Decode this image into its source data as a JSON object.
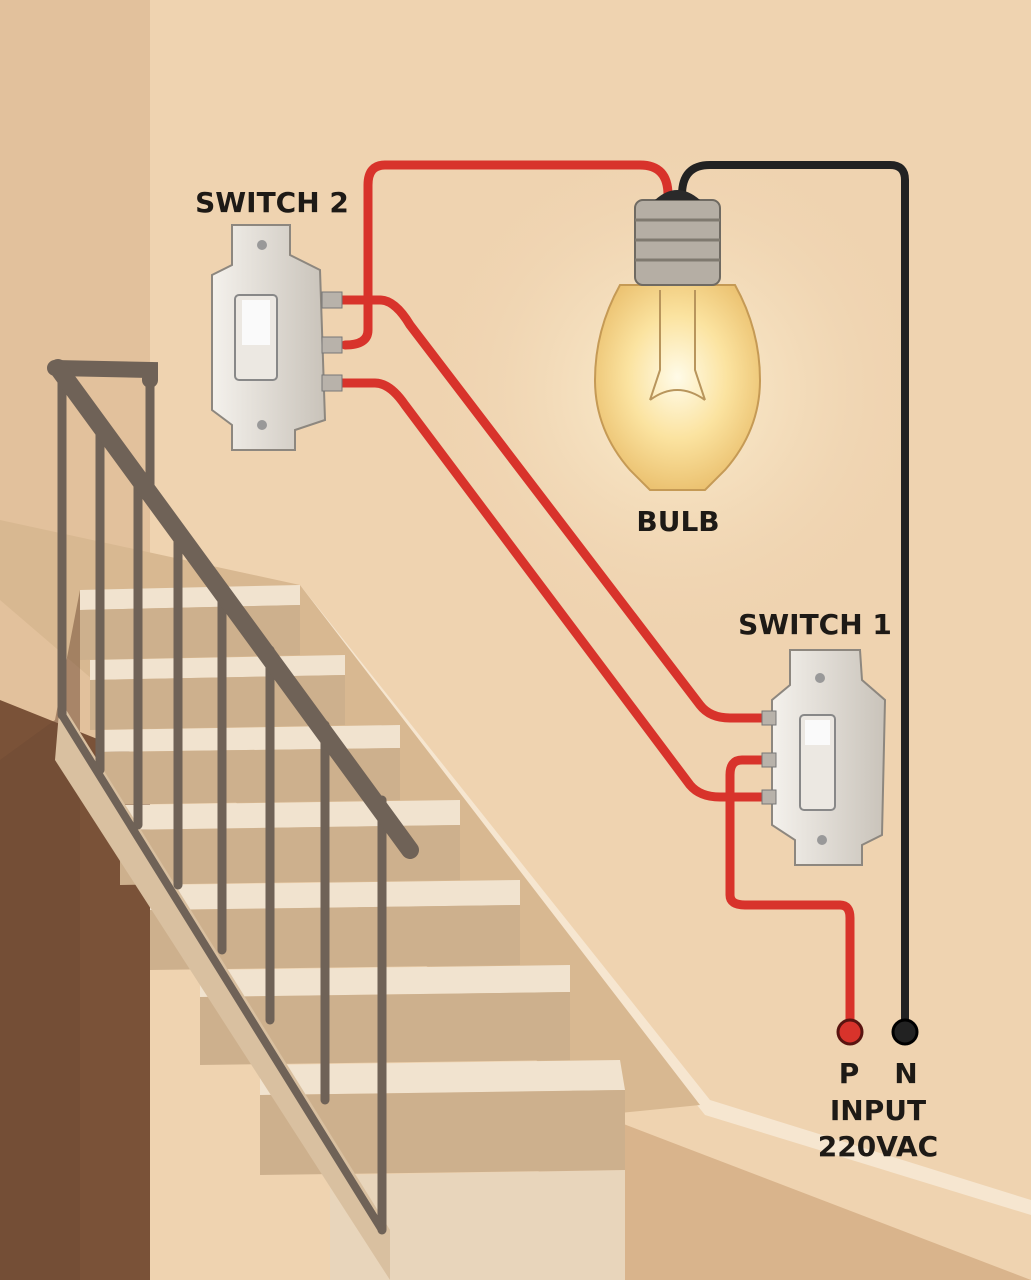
{
  "labels": {
    "switch2": "SWITCH 2",
    "bulb": "BULB",
    "switch1": "SWITCH 1",
    "phase": "P",
    "neutral": "N",
    "input": "INPUT",
    "voltage": "220VAC"
  },
  "colors": {
    "wall": "#efd3b0",
    "live_wire": "#d8332b",
    "neutral_wire": "#222222",
    "floor": "#7a5238"
  }
}
